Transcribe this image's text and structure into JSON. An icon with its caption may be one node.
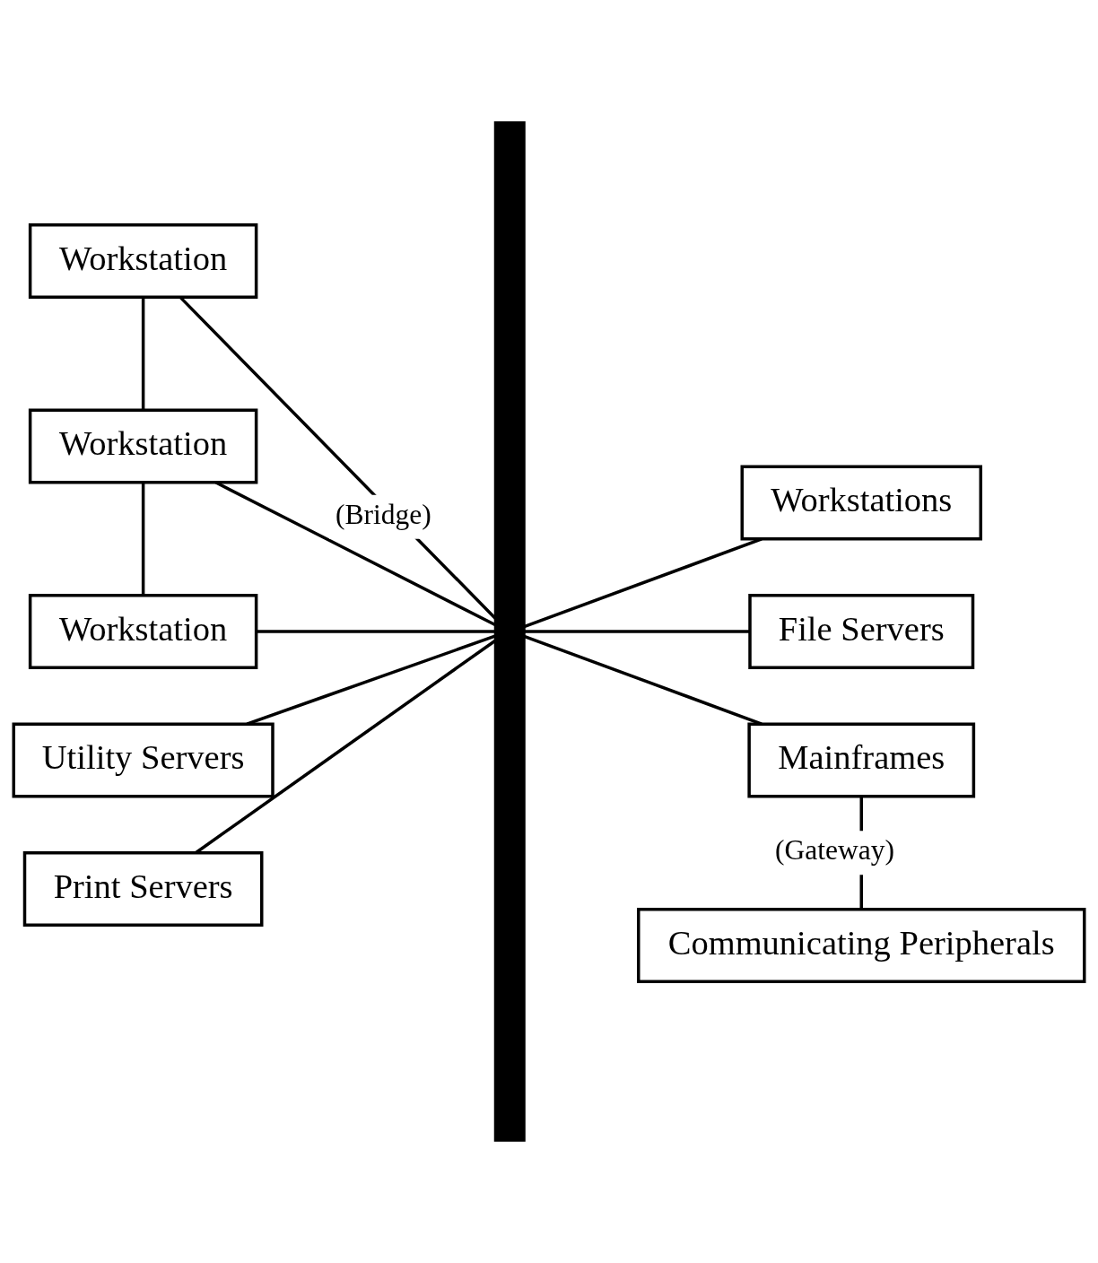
{
  "diagram": {
    "nodes": [
      {
        "text": [],
        "shape": "line"
      },
      {
        "text": [
          "Workstations"
        ]
      },
      {
        "text": [
          "Workstation"
        ]
      },
      {
        "text": [
          "Workstation"
        ]
      },
      {
        "text": [
          "Workstation"
        ]
      },
      {
        "text": [
          "File Servers"
        ]
      },
      {
        "text": [
          "Utility Servers"
        ]
      },
      {
        "text": [
          "Mainframes"
        ]
      },
      {
        "text": [
          "Print Servers"
        ]
      },
      {
        "text": [
          "Communicating Peripherals"
        ]
      }
    ],
    "edges": [
      {
        "from": 0,
        "to": 1,
        "arrow": "none"
      },
      {
        "from": 2,
        "to": 3,
        "arrow": "none"
      },
      {
        "from": 3,
        "to": 4,
        "arrow": "none"
      },
      {
        "from": 2,
        "to": 0,
        "arrow": "none"
      },
      {
        "from": 3,
        "to": 0,
        "arrow": "none",
        "label": "(Bridge)"
      },
      {
        "from": 4,
        "to": 0,
        "arrow": "none"
      },
      {
        "from": 0,
        "to": 5,
        "arrow": "none"
      },
      {
        "from": 6,
        "to": 0,
        "arrow": "none"
      },
      {
        "from": 0,
        "to": 7,
        "arrow": "none"
      },
      {
        "from": 8,
        "to": 0,
        "arrow": "none"
      },
      {
        "from": 7,
        "to": 9,
        "arrow": "none",
        "label": "(Gateway)"
      }
    ]
  }
}
